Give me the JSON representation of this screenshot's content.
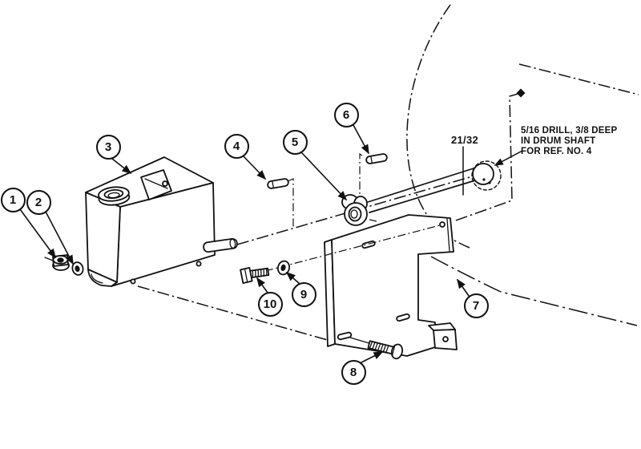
{
  "figure": {
    "type": "exploded-parts-diagram",
    "paper_color": "#ffffff",
    "ink_color": "#111111",
    "dimension_label": "21/32",
    "drill_note": {
      "line1": "5/16 DRILL, 3/8 DEEP",
      "line2": "IN DRUM SHAFT",
      "line3": "FOR REF. NO. 4"
    },
    "callouts": [
      {
        "label": "1"
      },
      {
        "label": "2"
      },
      {
        "label": "3"
      },
      {
        "label": "4"
      },
      {
        "label": "5"
      },
      {
        "label": "6"
      },
      {
        "label": "7"
      },
      {
        "label": "8"
      },
      {
        "label": "9"
      },
      {
        "label": "10"
      }
    ]
  }
}
